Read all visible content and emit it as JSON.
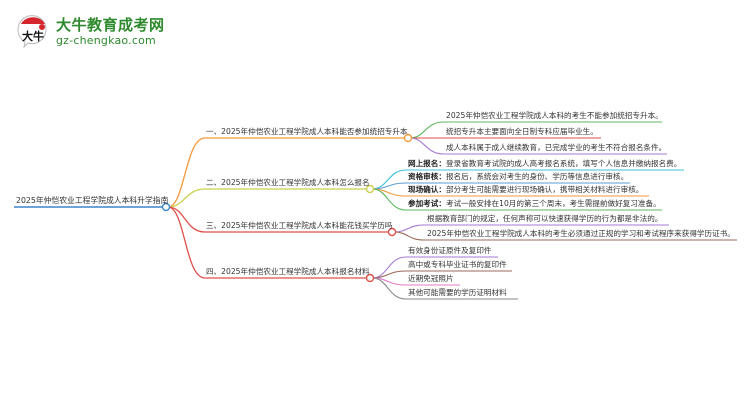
{
  "logo": {
    "badge_text": "大牛",
    "title": "大牛教育成考网",
    "url": "gz-chengkao.com",
    "brand_color": "#2f8a2f",
    "badge_accent": "#d4262c"
  },
  "root": {
    "label": "2025年仲恺农业工程学院成人本科升学指南",
    "color": "#3a86c8"
  },
  "branches": [
    {
      "label": "一、2025年仲恺农业工程学院成人本科能否参加统招专升本",
      "color": "#f39a3c",
      "children": [
        {
          "text": "2025年仲恺农业工程学院成人本科的考生不能参加统招专升本。",
          "color": "#5cb85c"
        },
        {
          "text": "统招专升本主要面向全日制专科应届毕业生。",
          "color": "#e0504a"
        },
        {
          "text": "成人本科属于成人继续教育，已完成学业的考生不符合报名条件。",
          "color": "#a57ad0"
        }
      ]
    },
    {
      "label": "二、2025年仲恺农业工程学院成人本科怎么报名",
      "color": "#c9cf4a",
      "children": [
        {
          "key": "网上报名：",
          "text": "登录省教育考试院的成人高考报名系统，填写个人信息并缴纳报名费。",
          "color": "#3cc1d8"
        },
        {
          "key": "资格审核：",
          "text": "报名后，系统会对考生的身份、学历等信息进行审核。",
          "color": "#5b9bd0"
        },
        {
          "key": "现场确认：",
          "text": "部分考生可能需要进行现场确认，携带相关材料进行审核。",
          "color": "#f39a3c"
        },
        {
          "key": "参加考试：",
          "text": "考试一般安排在10月的第三个周末，考生需提前做好复习准备。",
          "color": "#5cb85c"
        }
      ]
    },
    {
      "label": "三、2025年仲恺农业工程学院成人本科能花钱买学历吗",
      "color": "#e0504a",
      "children": [
        {
          "text": "根据教育部门的规定，任何声称可以快速获得学历的行为都是非法的。",
          "color": "#a57ad0"
        },
        {
          "text": "2025年仲恺农业工程学院成人本科的考生必须通过正规的学习和考试程序来获得学历证书。",
          "color": "#9b6a5a"
        }
      ]
    },
    {
      "label": "四、2025年仲恺农业工程学院成人本科报名材料",
      "color": "#e0504a",
      "children": [
        {
          "text": "有效身份证原件及复印件",
          "color": "#a57ad0"
        },
        {
          "text": "高中或专科毕业证书的复印件",
          "color": "#9b6a5a"
        },
        {
          "text": "近期免冠照片",
          "color": "#e07ac8"
        },
        {
          "text": "其他可能需要的学历证明材料",
          "color": "#888888"
        }
      ]
    }
  ]
}
